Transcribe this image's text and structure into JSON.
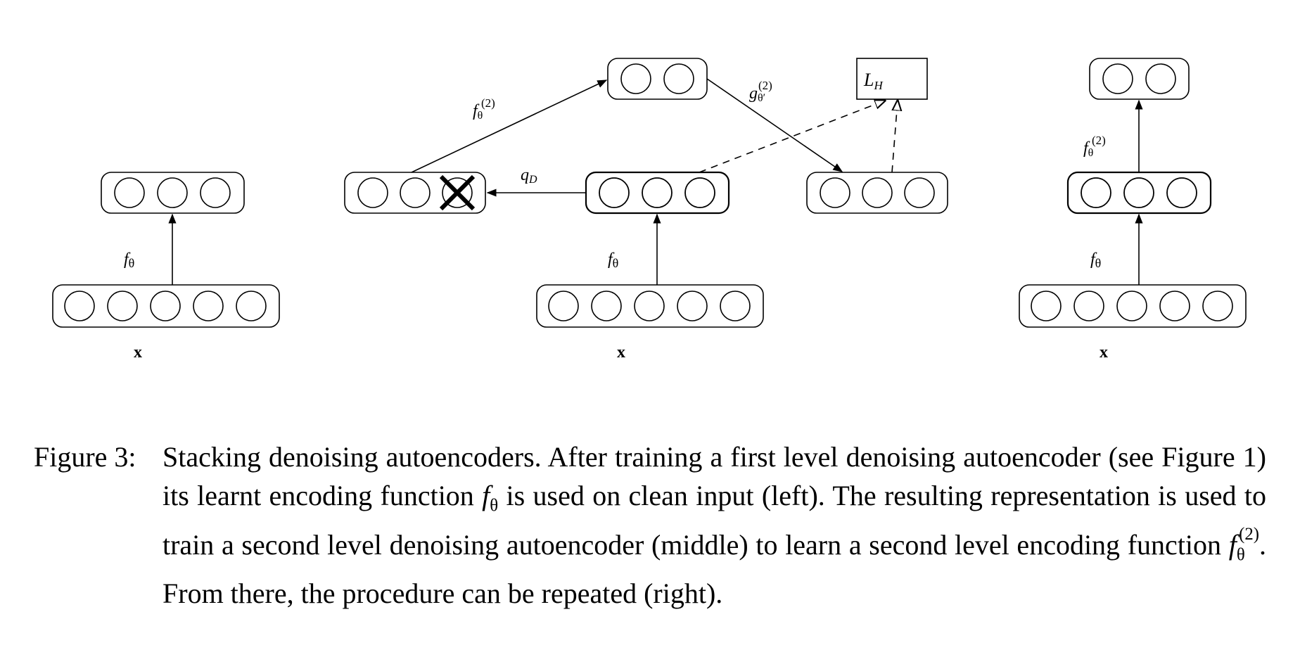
{
  "diagram": {
    "labels": {
      "f_theta": "fθ",
      "f_theta_letter": "f",
      "theta": "θ",
      "f_theta_2_sup": "(2)",
      "g_letter": "g",
      "g_sub": "θ′",
      "g_sup": "(2)",
      "q_letter": "q",
      "q_sub": "D",
      "loss_letter": "L",
      "loss_sub": "H",
      "input": "x"
    }
  },
  "caption": {
    "label": "Figure 3:",
    "text_1": "Stacking denoising autoencoders. After training a first level denoising autoencoder (see Figure 1) its learnt encoding function ",
    "f_letter": "f",
    "theta": "θ",
    "text_2": " is used on clean input (left). The resulting representation is used to train a second level denoising autoencoder (middle) to learn a second level encoding function ",
    "sup": "(2)",
    "text_3": ". From there, the procedure can be repeated (right)."
  }
}
